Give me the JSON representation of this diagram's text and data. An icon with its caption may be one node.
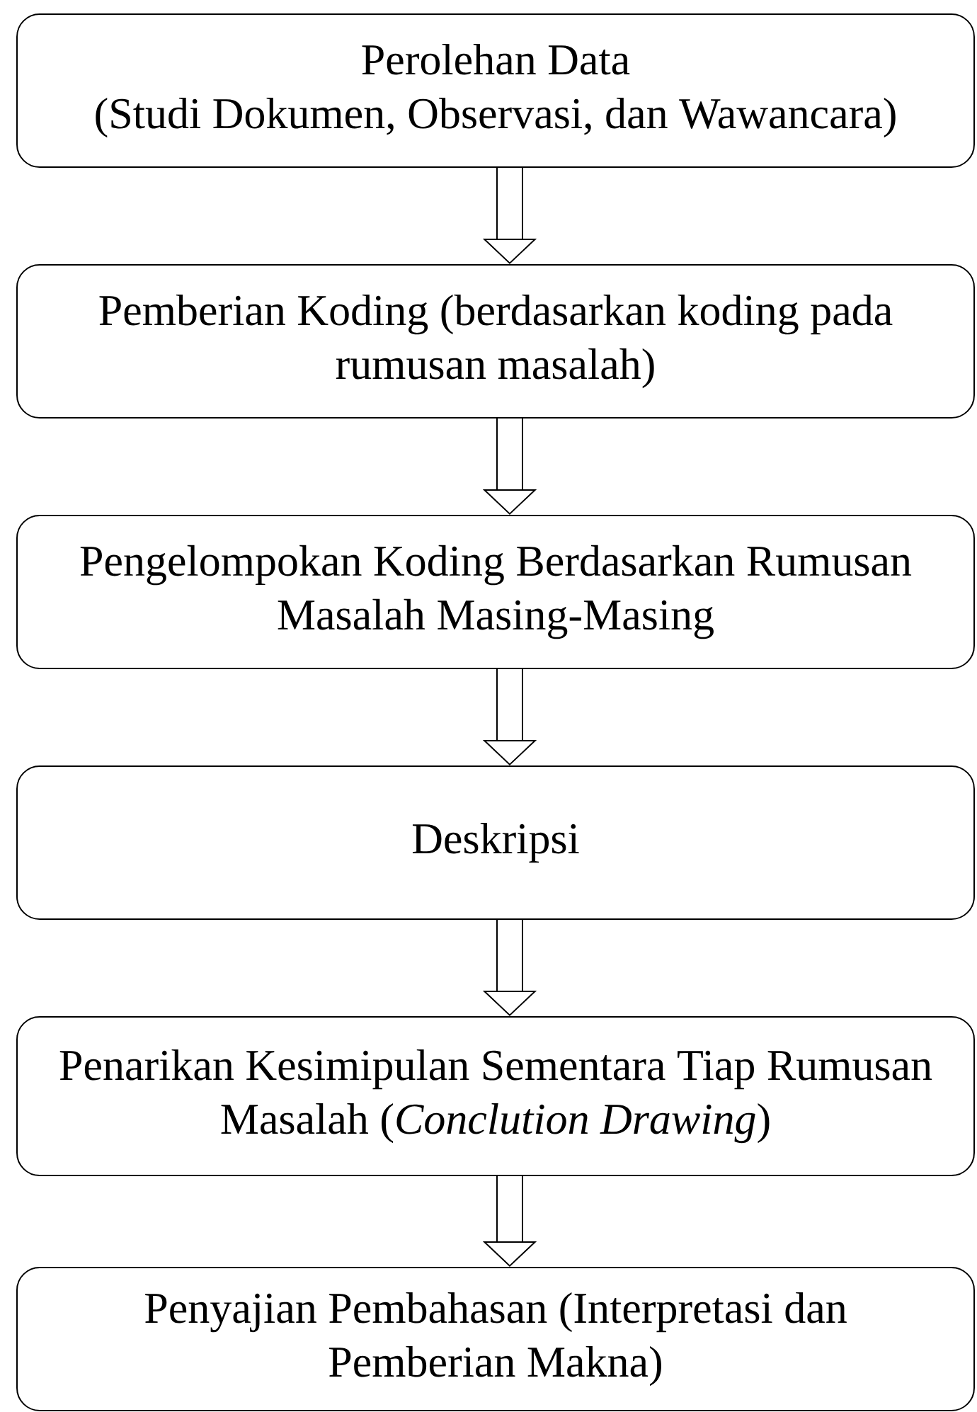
{
  "diagram": {
    "nodes": [
      {
        "text": [
          "Perolehan Data",
          "(Studi Dokumen, Observasi, dan Wawancara)"
        ]
      },
      {
        "text": [
          "Pemberian Koding (berdasarkan koding pada rumusan masalah)"
        ]
      },
      {
        "text": [
          "Pengelompokan Koding Berdasarkan Rumusan Masalah Masing-Masing"
        ]
      },
      {
        "text": [
          "Deskripsi"
        ]
      },
      {
        "text": [
          "Penarikan Kesimipulan Sementara Tiap Rumusan Masalah (*Conclution Drawing*)"
        ]
      },
      {
        "text": [
          "Penyajian Pembahasan (Interpretasi dan Pemberian Makna)"
        ]
      }
    ],
    "edges": [
      {
        "from": 0,
        "to": 1,
        "arrow": "to"
      },
      {
        "from": 1,
        "to": 2,
        "arrow": "to"
      },
      {
        "from": 2,
        "to": 3,
        "arrow": "to"
      },
      {
        "from": 3,
        "to": 4,
        "arrow": "to"
      },
      {
        "from": 4,
        "to": 5,
        "arrow": "to"
      }
    ]
  }
}
